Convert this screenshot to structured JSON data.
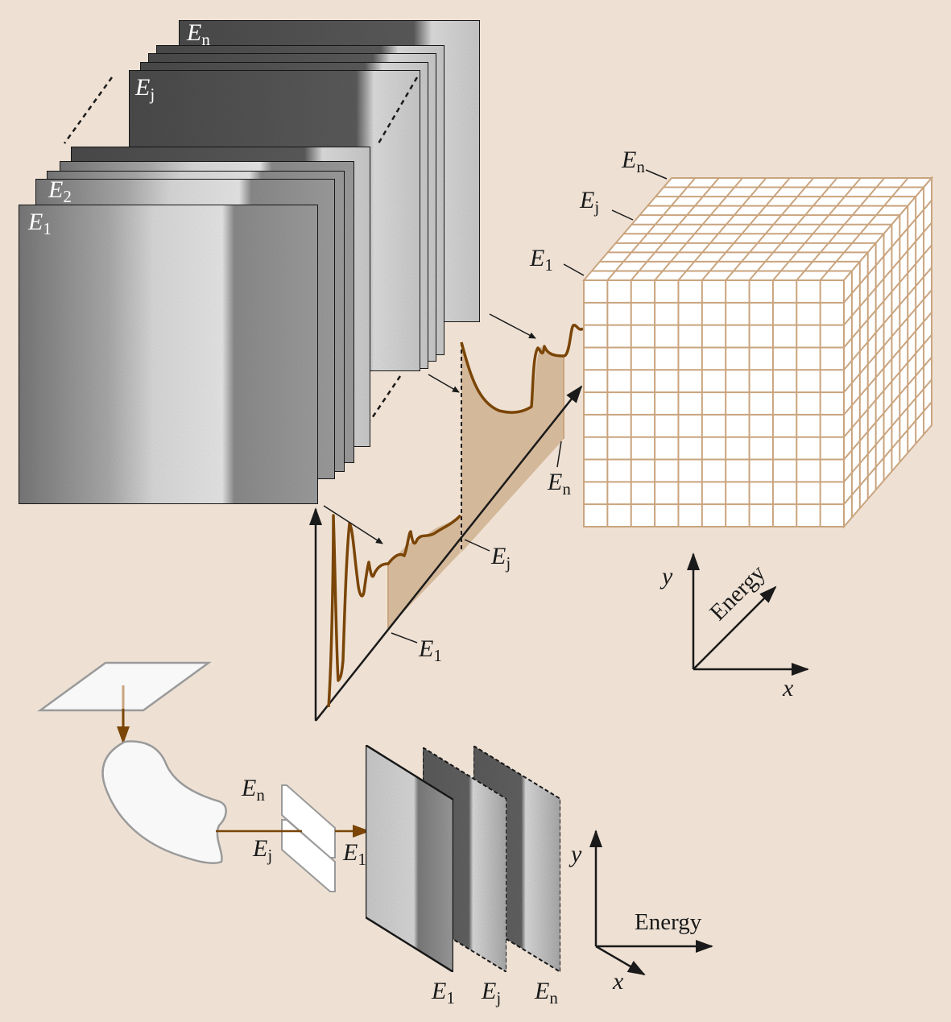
{
  "diagram": {
    "description": "EELS spectrum imaging / energy-filtered image stack forming a 3D data cube",
    "colors": {
      "background": "#eee1d4",
      "spectrum_line": "#7a4506",
      "spectrum_fill": "#d4b89a",
      "cube_grid": "#c9a47e",
      "cube_face": "#ffffff",
      "frame": "#1a1a1a",
      "optics_outline": "#9a9a9a",
      "beam_arrow": "#7a4506"
    },
    "image_stack": {
      "labels": {
        "e1": {
          "main": "E",
          "sub": "1"
        },
        "e2": {
          "main": "E",
          "sub": "2"
        },
        "ej": {
          "main": "E",
          "sub": "j"
        },
        "en": {
          "main": "E",
          "sub": "n"
        }
      }
    },
    "spectrum": {
      "labels": {
        "e1": {
          "main": "E",
          "sub": "1"
        },
        "ej": {
          "main": "E",
          "sub": "j"
        },
        "en": {
          "main": "E",
          "sub": "n"
        }
      }
    },
    "cube": {
      "labels": {
        "e1": {
          "main": "E",
          "sub": "1"
        },
        "ej": {
          "main": "E",
          "sub": "j"
        },
        "en": {
          "main": "E",
          "sub": "n"
        }
      },
      "grid_cols": 11,
      "grid_rows": 11
    },
    "cube_axes": {
      "y": "y",
      "x": "x",
      "energy": "Energy"
    },
    "spectrometer": {
      "slit_labels": {
        "en": {
          "main": "E",
          "sub": "n"
        },
        "ej": {
          "main": "E",
          "sub": "j"
        },
        "e1": {
          "main": "E",
          "sub": "1"
        }
      }
    },
    "filtered_images": {
      "labels": {
        "e1": {
          "main": "E",
          "sub": "1"
        },
        "ej": {
          "main": "E",
          "sub": "j"
        },
        "en": {
          "main": "E",
          "sub": "n"
        }
      }
    },
    "bottom_axes": {
      "y": "y",
      "x": "x",
      "energy": "Energy"
    }
  }
}
